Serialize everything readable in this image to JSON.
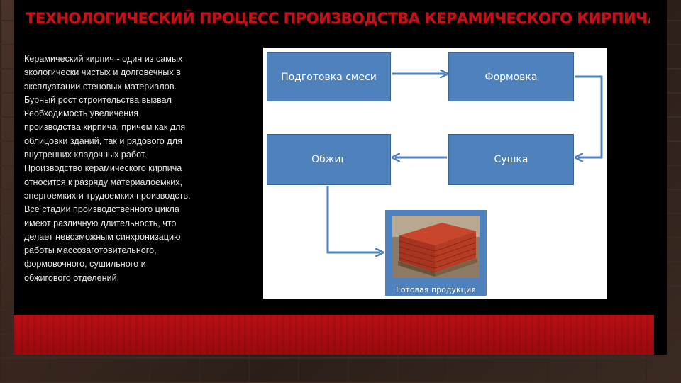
{
  "slide": {
    "title": "ТЕХНОЛОГИЧЕСКИЙ ПРОЦЕСС ПРОИЗВОДСТВА КЕРАМИЧЕСКОГО КИРПИЧА",
    "body_lines": [
      "Керамический кирпич - один из самых",
      "экологически чистых и долговечных в",
      "эксплуатации стеновых материалов.",
      "Бурный рост строительства вызвал",
      "необходимость увеличения",
      "производства кирпича, причем как для",
      "облицовки зданий, так и рядового для",
      "внутренних кладочных работ.",
      "Производство керамического кирпича",
      "относится к разряду материалоемких,",
      "энергоемких и трудоемких производств.",
      "Все стадии производственного цикла",
      "имеют различную длительность, что",
      "делает невозможным синхронизацию",
      "работы массозаготовительного,",
      "формовочного, сушильного и",
      "обжигового отделений."
    ]
  },
  "diagram": {
    "steps": {
      "prep": "Подготовка смеси",
      "forming": "Формовка",
      "drying": "Сушка",
      "firing": "Обжиг"
    },
    "product_caption": "Готовая продукция",
    "colors": {
      "box": "#4f81bd",
      "arrow": "#4f81bd",
      "title": "#c0141a",
      "band": "#b80f14"
    }
  }
}
